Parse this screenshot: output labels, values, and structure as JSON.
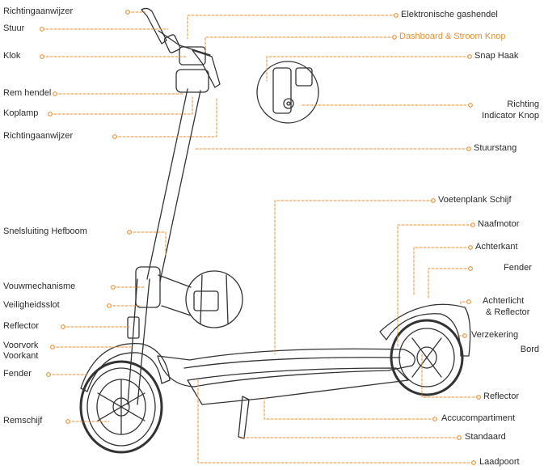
{
  "colors": {
    "accent": "#e8913a",
    "line": "#333333",
    "text": "#2b2b2b"
  },
  "labels_left": [
    {
      "id": "richtingaanwijzer-top",
      "text": "Richtingaanwijzer"
    },
    {
      "id": "stuur",
      "text": "Stuur"
    },
    {
      "id": "klok",
      "text": "Klok"
    },
    {
      "id": "rem-hendel",
      "text": "Rem hendel"
    },
    {
      "id": "koplamp",
      "text": "Koplamp"
    },
    {
      "id": "richtingaanwijzer-bottom",
      "text": "Richtingaanwijzer"
    },
    {
      "id": "snelsluiting-hefboom",
      "text": "Snelsluiting Hefboom"
    },
    {
      "id": "vouwmechanisme",
      "text": "Vouwmechanisme"
    },
    {
      "id": "veiligheidsslot",
      "text": "Veiligheidsslot"
    },
    {
      "id": "reflector-left",
      "text": "Reflector"
    },
    {
      "id": "voorvork",
      "text": "Voorvork"
    },
    {
      "id": "voorkant",
      "text": "Voorkant"
    },
    {
      "id": "fender-left",
      "text": "Fender"
    },
    {
      "id": "remschijf",
      "text": "Remschijf"
    }
  ],
  "labels_right": [
    {
      "id": "elektronische-gashendel",
      "text": "Elektronische gashendel"
    },
    {
      "id": "dashboard",
      "text": "Dashboard & Stroom Knop",
      "accent": true
    },
    {
      "id": "snap-haak",
      "text": "Snap Haak"
    },
    {
      "id": "richting",
      "text": "Richting"
    },
    {
      "id": "indicator-knop",
      "text": "Indicator Knop"
    },
    {
      "id": "stuurstang",
      "text": "Stuurstang"
    },
    {
      "id": "voetenplank",
      "text": "Voetenplank Schijf"
    },
    {
      "id": "naafmotor",
      "text": "Naafmotor"
    },
    {
      "id": "achterkant",
      "text": "Achterkant"
    },
    {
      "id": "fender-right",
      "text": "Fender"
    },
    {
      "id": "achterlicht",
      "text": "Achterlicht"
    },
    {
      "id": "reflector-amp",
      "text": "& Reflector"
    },
    {
      "id": "verzekering",
      "text": "Verzekering"
    },
    {
      "id": "bord",
      "text": "Bord"
    },
    {
      "id": "reflector-right",
      "text": "Reflector"
    },
    {
      "id": "accucompartiment",
      "text": "Accucompartiment"
    },
    {
      "id": "standaard",
      "text": "Standaard"
    },
    {
      "id": "laadpoort",
      "text": "Laadpoort"
    }
  ]
}
